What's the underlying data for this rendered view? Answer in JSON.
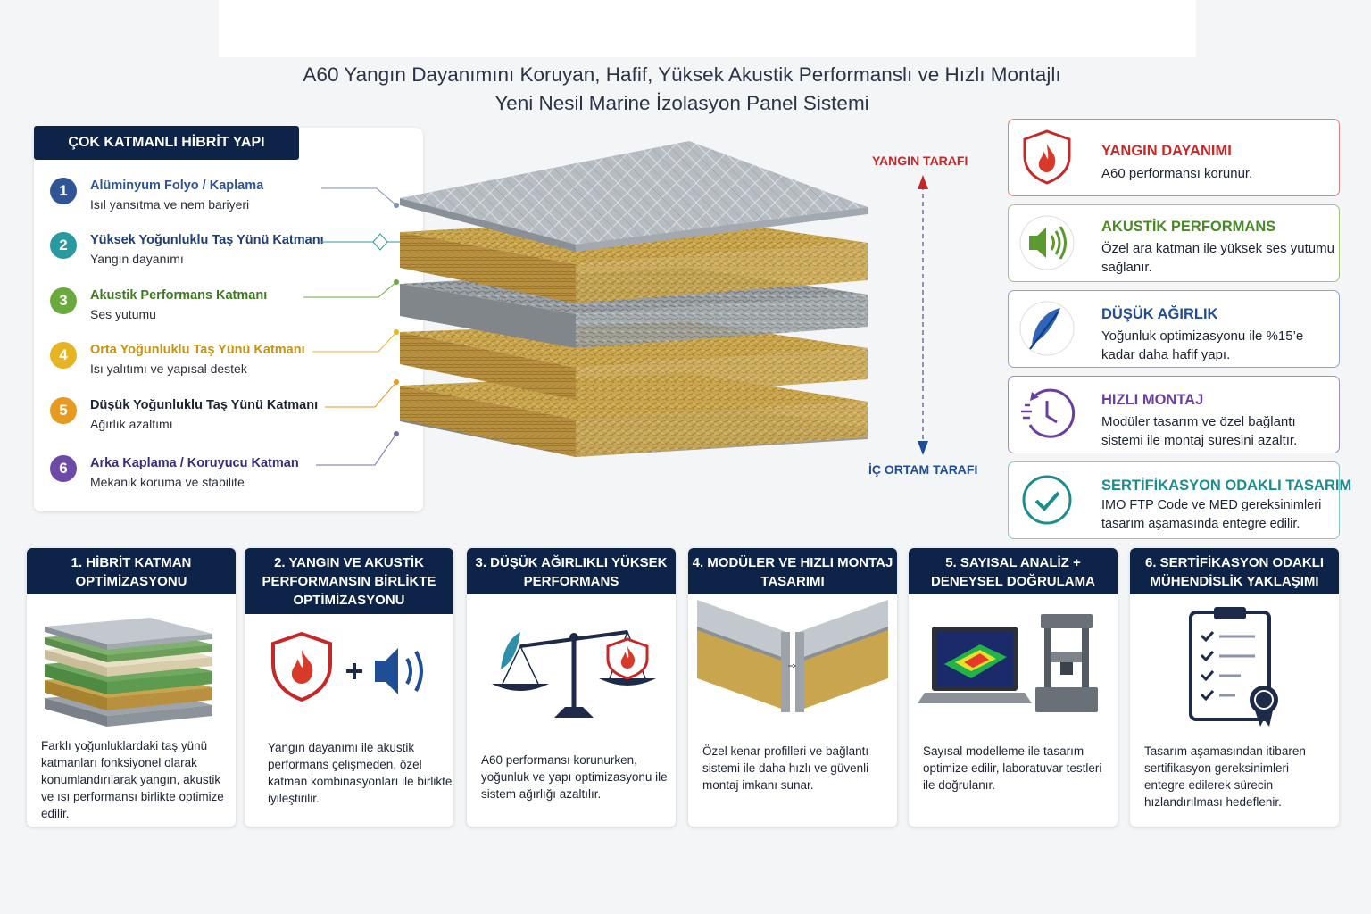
{
  "title": {
    "line1": "A60 Yangın Dayanımını Koruyan, Hafif, Yüksek Akustik Performanslı ve Hızlı Montajlı",
    "line2": "Yeni Nesil Marine İzolasyon Panel Sistemi"
  },
  "layers": {
    "heading": "ÇOK KATMANLI HİBRİT YAPI",
    "items": [
      {
        "num": "1",
        "title": "Alüminyum Folyo / Kaplama",
        "desc": "Isıl yansıtma ve nem bariyeri",
        "color": "#2f5597"
      },
      {
        "num": "2",
        "title": "Yüksek Yoğunluklu Taş Yünü Katmanı",
        "desc": "Yangın dayanımı",
        "color": "#2a9aa0"
      },
      {
        "num": "3",
        "title": "Akustik Performans Katmanı",
        "desc": "Ses yutumu",
        "color": "#6aa93c"
      },
      {
        "num": "4",
        "title": "Orta Yoğunluklu Taş Yünü Katmanı",
        "desc": "Isı yalıtımı ve yapısal destek",
        "color": "#e6b422"
      },
      {
        "num": "5",
        "title": "Düşük Yoğunluklu Taş Yünü Katmanı",
        "desc": "Ağırlık azaltımı",
        "color": "#e69a1f"
      },
      {
        "num": "6",
        "title": "Arka Kaplama / Koruyucu Katman",
        "desc": "Mekanik koruma ve stabilite",
        "color": "#6e4aa8"
      }
    ]
  },
  "sides": {
    "fire": "YANGIN TARAFI",
    "inner": "İÇ ORTAM TARAFI"
  },
  "features": [
    {
      "title": "YANGIN DAYANIMI",
      "desc": "A60 performansı korunur.",
      "color": "#c62828",
      "icon": "fire-shield-icon"
    },
    {
      "title": "AKUSTİK PERFORMANS",
      "desc": "Özel ara katman ile yüksek ses yutumu sağlanır.",
      "color": "#5a9a2e",
      "icon": "speaker-icon"
    },
    {
      "title": "DÜŞÜK AĞIRLIK",
      "desc": "Yoğunluk optimizasyonu ile %15’e kadar daha hafif yapı.",
      "color": "#1f4e96",
      "icon": "feather-icon"
    },
    {
      "title": "HIZLI MONTAJ",
      "desc": "Modüler tasarım ve özel bağlantı sistemi ile montaj süresini azaltır.",
      "color": "#6a3fa0",
      "icon": "clock-icon"
    },
    {
      "title": "SERTİFİKASYON ODAKLI TASARIM",
      "desc": "IMO FTP Code ve MED gereksinimleri tasarım aşamasında entegre edilir.",
      "color": "#1e8c8c",
      "icon": "check-icon"
    }
  ],
  "cards": [
    {
      "title": "1. HİBRİT KATMAN OPTİMİZASYONU",
      "text": "Farklı yoğunluklardaki taş yünü katmanları fonksiyonel olarak konumlandırılarak yangın, akustik ve ısı performansı birlikte optimize edilir.",
      "icon": "layers-stack-icon"
    },
    {
      "title": "2. YANGIN VE AKUSTİK PERFORMANSIN BİRLİKTE OPTİMİZASYONU",
      "text": "Yangın dayanımı ile akustik performans çelişmeden, özel katman kombinasyonları ile birlikte iyileştirilir.",
      "icon": "fire-plus-sound-icon"
    },
    {
      "title": "3. DÜŞÜK AĞIRLIKLI YÜKSEK PERFORMANS",
      "text": "A60 performansı korunurken, yoğunluk ve yapı optimizasyonu ile sistem ağırlığı azaltılır.",
      "icon": "balance-scale-icon"
    },
    {
      "title": "4. MODÜLER VE HIZLI MONTAJ TASARIMI",
      "text": "Özel kenar profilleri ve bağlantı sistemi ile daha hızlı ve güvenli montaj imkanı sunar.",
      "icon": "panel-joint-icon"
    },
    {
      "title": "5. SAYISAL ANALİZ + DENEYSEL DOĞRULAMA",
      "text": "Sayısal modelleme ile tasarım optimize edilir, laboratuvar testleri ile doğrulanır.",
      "icon": "laptop-test-icon"
    },
    {
      "title": "6. SERTİFİKASYON ODAKLI MÜHENDİSLİK YAKLAŞIMI",
      "text": "Tasarım aşamasından itibaren sertifikasyon gereksinimleri entegre edilerek sürecin hızlandırılması hedeflenir.",
      "icon": "clipboard-certificate-icon"
    }
  ]
}
